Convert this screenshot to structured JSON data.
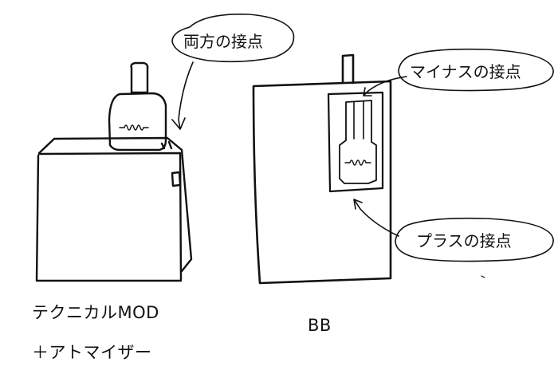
{
  "callouts": {
    "both_contacts": "両方の接点",
    "minus_contact": "マイナスの接点",
    "plus_contact": "プラスの接点"
  },
  "captions": {
    "technical_mod": "テクニカルMOD",
    "atomizer": "＋アトマイザー",
    "bb": "BB"
  },
  "colors": {
    "ink": "#111111",
    "paper": "#ffffff"
  }
}
